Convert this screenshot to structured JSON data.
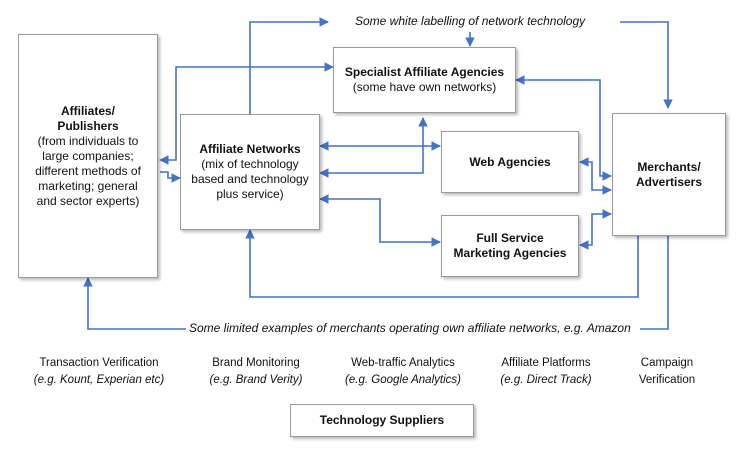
{
  "boxes": {
    "affiliates": {
      "title_lines": [
        "Affiliates/",
        "Publishers"
      ],
      "detail_lines": [
        "(from individuals to",
        "large companies;",
        "different methods of",
        "marketing; general",
        "and sector experts)"
      ]
    },
    "networks": {
      "title_lines": [
        "Affiliate Networks"
      ],
      "detail_lines": [
        "(mix of technology",
        "based and technology",
        "plus service)"
      ]
    },
    "specialist": {
      "title_lines": [
        "Specialist Affiliate Agencies"
      ],
      "detail_lines": [
        "(some have own networks)"
      ]
    },
    "web": {
      "title_lines": [
        "Web Agencies"
      ],
      "detail_lines": []
    },
    "fullservice": {
      "title_lines": [
        "Full Service",
        "Marketing Agencies"
      ],
      "detail_lines": []
    },
    "merchants": {
      "title_lines": [
        "Merchants/",
        "Advertisers"
      ],
      "detail_lines": []
    },
    "tech": {
      "title_lines": [
        "Technology Suppliers"
      ],
      "detail_lines": []
    }
  },
  "notes": {
    "top": "Some white labelling of network technology",
    "bottom": "Some limited examples of merchants operating own affiliate networks, e.g. Amazon"
  },
  "suppliers": [
    {
      "name": "Transaction Verification",
      "example": "(e.g. Kount, Experian etc)"
    },
    {
      "name": "Brand Monitoring",
      "example": "(e.g. Brand Verity)"
    },
    {
      "name": "Web-traffic Analytics",
      "example": "(e.g. Google Analytics)"
    },
    {
      "name": "Affiliate Platforms",
      "example": "(e.g. Direct Track)"
    },
    {
      "name": "Campaign Verification",
      "example": ""
    }
  ],
  "colors": {
    "arrow": "#4472c4",
    "box_border": "#9a9a9a"
  }
}
